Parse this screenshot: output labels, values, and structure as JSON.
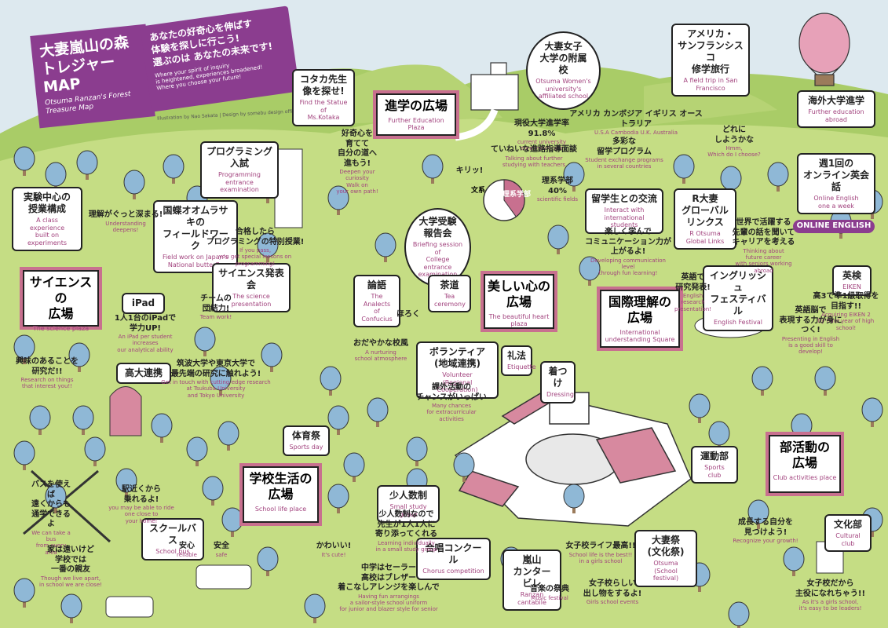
{
  "colors": {
    "grass": "#c5dd84",
    "hill": "#a9cc67",
    "sky": "#dde9ef",
    "tree": "#8fb8d6",
    "trunk": "#9b7b5b",
    "pink": "#c8708f",
    "purple": "#8b3d8f"
  },
  "title": {
    "jp": "大妻嵐山の森\nトレジャーMAP",
    "en": "Otsuma Ranzan's Forest\nTreasure Map",
    "flag_lines": [
      "あなたの好奇心を伸ばす",
      "体験を探しに行こう!",
      "選ぶのは あなたの未来です!"
    ],
    "flag_en": "Where your spirit of inquiry\nis heightened, experiences broadened!\nWhere you choose your future!",
    "credit": "Illustration by Nao Sakata | Design by somebu design office"
  },
  "boxes": {
    "kotaka": {
      "jp": "コタカ先生\n像を探せ!",
      "en": "Find the Statue of\nMs.Kotaka"
    },
    "affiliated": {
      "jp": "大妻女子\n大学の附属校",
      "en": "Otsuma Women's university's affiliated school"
    },
    "sf": {
      "jp": "アメリカ・\nサンフランシスコ\n修学旅行",
      "en": "A field trip in San Francisco"
    },
    "abroad": {
      "jp": "海外大学進学",
      "en": "Further education abroad"
    },
    "experiments": {
      "jp": "実験中心の\n授業構成",
      "en": "A class experience\nbuilt on experiments"
    },
    "programming": {
      "jp": "プログラミング入試",
      "en": "Programming\nentrance examination"
    },
    "butterfly": {
      "jp": "国蝶オオムラサキの\nフィールドワーク",
      "en": "Field work on Japan's\nNational butterfly"
    },
    "presentation": {
      "jp": "サイエンス発表会",
      "en": "The science presentation"
    },
    "briefing": {
      "jp": "大学受験\n報告会",
      "en": "Briefing session of\nCollege entrance\nexamination"
    },
    "analects": {
      "jp": "論語",
      "en": "The Analects\nof Confucius"
    },
    "tea": {
      "jp": "茶道",
      "en": "Tea ceremony"
    },
    "volunteer": {
      "jp": "ボランティア\n(地域連携)",
      "en": "Volunteer\n(Regional Cooperation)"
    },
    "etiquette": {
      "jp": "礼法",
      "en": "Etiquette"
    },
    "dressing": {
      "jp": "着つけ",
      "en": "Dressing"
    },
    "intl": {
      "jp": "留学生との交流",
      "en": "Interact with\ninternational students"
    },
    "global": {
      "jp": "R大妻\nグローバルリンクス",
      "en": "R Otsuma\nGlobal Links"
    },
    "online": {
      "jp": "週1回の\nオンライン英会話",
      "en": "Online English\none a week"
    },
    "eiken": {
      "jp": "英検",
      "en": "EIKEN"
    },
    "festival": {
      "jp": "イングリッシュ\nフェスティバル",
      "en": "English Festival"
    },
    "ipad": {
      "jp": "iPad",
      "en": ""
    },
    "koudai": {
      "jp": "高大連携",
      "en": ""
    },
    "sports": {
      "jp": "体育祭",
      "en": "Sports day"
    },
    "small": {
      "jp": "少人数制",
      "en": "Small study group"
    },
    "bus": {
      "jp": "スクールバス",
      "en": "School bus"
    },
    "chorus": {
      "jp": "合唱コンクール",
      "en": "Chorus competition"
    },
    "cantabile": {
      "jp": "嵐山\nカンタービレ",
      "en": "Ranzan cantabile"
    },
    "bunkasai": {
      "jp": "大妻祭\n(文化祭)",
      "en": "Otsuma\n(School festival)"
    },
    "sportsclub": {
      "jp": "運動部",
      "en": "Sports club"
    },
    "culturalclub": {
      "jp": "文化部",
      "en": "Cultural club"
    }
  },
  "signs": {
    "further": {
      "jp": "進学の広場",
      "en": "Further Education\nPlaza"
    },
    "science": {
      "jp": "サイエンスの\n広場",
      "en": "The science plaza"
    },
    "heart": {
      "jp": "美しい心の\n広場",
      "en": "The beautiful heart plaza"
    },
    "intl": {
      "jp": "国際理解の\n広場",
      "en": "International understanding Square"
    },
    "life": {
      "jp": "学校生活の\n広場",
      "en": "School life place"
    },
    "club": {
      "jp": "部活動の\n広場",
      "en": "Club activities place"
    }
  },
  "labels": {
    "rate": {
      "jp": "現役大学進学率\n91.8%",
      "en": "current university\nenrollment rate"
    },
    "teachers": {
      "jp": "ていねいな進路指導面談",
      "en": "Talking about further\nstudying with teachers"
    },
    "program": {
      "jp": "多彩な\n留学プログラム",
      "en": "Student exchange programs\nin several countries"
    },
    "countries": {
      "jp": "アメリカ カンボジア イギリス オーストラリア",
      "en": "U.S.A  Cambodia  U.K.  Australia"
    },
    "choose": {
      "jp": "どれに\nしようかな",
      "en": "Hmm,\nWhich do I choose?"
    },
    "scifield": {
      "jp": "理系学部\n40%",
      "en": "scientific fields"
    },
    "curiosity": {
      "jp": "好奇心を\n育てて\n自分の道へ\n進もう!",
      "en": "Deepen your curiosity\nWalk on\nyour own path!"
    },
    "understanding": {
      "jp": "理解がぐっと深まる!",
      "en": "Understanding\ndeepens!"
    },
    "pass": {
      "jp": "合格したら\nプログラミングの特別授業!",
      "en": "If you pass,\nyou get special lessons on programming!"
    },
    "team": {
      "jp": "チームの\n団結力!",
      "en": "Team work!"
    },
    "ipadtext": {
      "jp": "1人1台のiPadで\n学力UP!",
      "en": "An iPad per student\nincreases\nour analytical ability"
    },
    "interest": {
      "jp": "興味のあることを\n研究だ!!",
      "en": "Research on things\nthat interest you!!"
    },
    "research": {
      "jp": "筑波大学や東京大学で\n最先端の研究に触れよう!",
      "en": "Get in touch with cutting-edge research\nat Tsukuba University\nand Tokyo University"
    },
    "nurture": {
      "jp": "おだやかな校風",
      "en": "A nurturing\nschool atmosphere"
    },
    "chances": {
      "jp": "課外活動の\nチャンスがいっぱい",
      "en": "Many chances\nfor extracurricular\nactivities"
    },
    "comm": {
      "jp": "楽しく学んで\nコミュニケーション力が\n上がるよ!",
      "en": "Developing communication level\nthrough fun learning!"
    },
    "career": {
      "jp": "世界で活躍する\n先輩の話を聞いて\nキャリアを考える",
      "en": "Thinking about\nfuture career\nwith seniors working abroad"
    },
    "eikentext": {
      "jp": "高3で準1級取得を\n目指す!!",
      "en": "Acquiring EIKEN 2\nby third year of high school!"
    },
    "englishpres": {
      "jp": "英語で\n研究発表!",
      "en": "English research\npresentation!"
    },
    "skill": {
      "jp": "英語脳で\n表現する力が身につく!",
      "en": "Presenting in English\nis a good skill to\ndevelop!"
    },
    "bustext": {
      "jp": "バスを使えば\n遠くからも\n通学できるよ",
      "en": "We can take a bus\nfrom every area"
    },
    "ride": {
      "jp": "駅近くから\n乗れるよ!",
      "en": "you may be able to ride\none close to\nyour home!"
    },
    "family": {
      "jp": "家は遠いけど\n学校では\n一番の親友",
      "en": "Though we live apart,\nin school we are close!"
    },
    "safe": {
      "jp": "安心",
      "en": "reliable"
    },
    "safe2": {
      "jp": "安全",
      "en": "safe"
    },
    "individual": {
      "jp": "少人数制なので\n先生が1人1人に\n寄り添ってくれる",
      "en": "Learning individually\nin a small study group"
    },
    "cute": {
      "jp": "かわいい!",
      "en": "It's cute!"
    },
    "uniform": {
      "jp": "中学はセーラー\n高校はブレザー\n着こなしアレンジを楽しんで",
      "en": "Having fun arrangings\na sailor-style school uniform\nfor junior and blazer style for senior"
    },
    "girlslife": {
      "jp": "女子校ライフ最高!!",
      "en": "School life is the best!!\nin a girls school"
    },
    "girlsevents": {
      "jp": "女子校らしい\n出し物をするよ!",
      "en": "Girls school events"
    },
    "music": {
      "jp": "音楽の祭典",
      "en": "Music festival"
    },
    "growth": {
      "jp": "成長する自分を\n見つけよう!",
      "en": "Recognize your growth!"
    },
    "leader": {
      "jp": "女子校だから\n主役になれちゃう!!",
      "en": "As it's a girls school,\nit's easy to be leaders!"
    },
    "kirit": {
      "jp": "キリッ!",
      "en": ""
    },
    "surrey": {
      "jp": "ほろく",
      "en": ""
    },
    "onlineeng": {
      "jp": "ONLINE ENGLISH",
      "en": ""
    }
  },
  "pie": {
    "left": "文系",
    "right": "理系学部",
    "right_share": 0.4
  }
}
